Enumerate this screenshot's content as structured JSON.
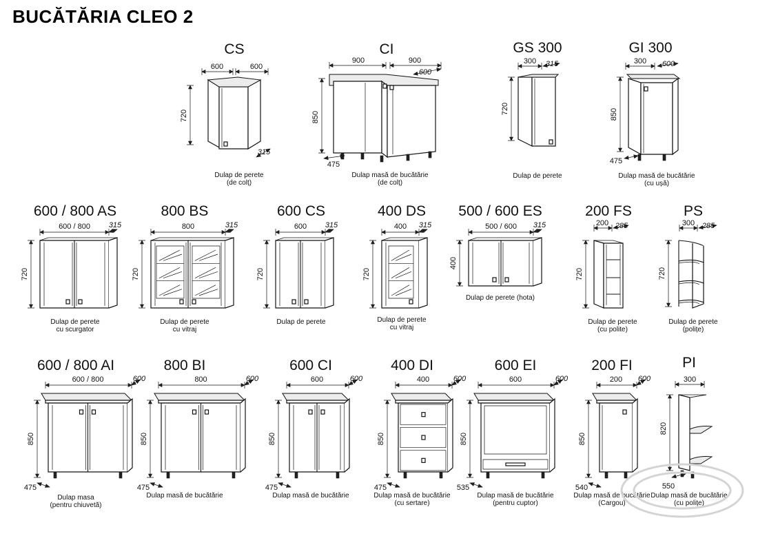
{
  "title": "BUCĂTĂRIA CLEO 2",
  "watermark": "",
  "items": [
    {
      "code": "CS",
      "dims": [
        "600",
        "600",
        "720",
        "315"
      ],
      "caption": [
        "Dulap de perete",
        "(de colț)"
      ]
    },
    {
      "code": "CI",
      "dims": [
        "900",
        "900",
        "600",
        "850",
        "475"
      ],
      "caption": [
        "Dulap masă de bucătărie",
        "(de colț)"
      ]
    },
    {
      "code": "GS 300",
      "dims": [
        "300",
        "315",
        "720"
      ],
      "caption": [
        "Dulap de perete"
      ]
    },
    {
      "code": "GI 300",
      "dims": [
        "300",
        "600",
        "850",
        "475"
      ],
      "caption": [
        "Dulap masă de bucătărie",
        "(cu ușă)"
      ]
    },
    {
      "code": "600 / 800 AS",
      "dims": [
        "600 / 800",
        "315",
        "720"
      ],
      "caption": [
        "Dulap de perete",
        "cu scurgator"
      ]
    },
    {
      "code": "800 BS",
      "dims": [
        "800",
        "315",
        "720"
      ],
      "caption": [
        "Dulap de perete",
        "cu vitraj"
      ]
    },
    {
      "code": "600 CS",
      "dims": [
        "600",
        "315",
        "720"
      ],
      "caption": [
        "Dulap de perete"
      ]
    },
    {
      "code": "400 DS",
      "dims": [
        "400",
        "315",
        "720"
      ],
      "caption": [
        "Dulap de perete",
        "cu vitraj"
      ]
    },
    {
      "code": "500 / 600 ES",
      "dims": [
        "500 / 600",
        "315",
        "400"
      ],
      "caption": [
        "Dulap de perete  (hota)"
      ]
    },
    {
      "code": "200 FS",
      "dims": [
        "200",
        "285",
        "720"
      ],
      "caption": [
        "Dulap de perete",
        "(cu polite)"
      ]
    },
    {
      "code": "PS",
      "dims": [
        "300",
        "285",
        "720"
      ],
      "caption": [
        "Dulap de perete",
        "(polițe)"
      ]
    },
    {
      "code": "600 / 800 AI",
      "dims": [
        "600 / 800",
        "600",
        "850",
        "475"
      ],
      "caption": [
        "Dulap masa",
        "(pentru chiuvetă)"
      ]
    },
    {
      "code": "800 BI",
      "dims": [
        "800",
        "600",
        "850",
        "475"
      ],
      "caption": [
        "Dulap masă de bucătărie"
      ]
    },
    {
      "code": "600 CI",
      "dims": [
        "600",
        "600",
        "850",
        "475"
      ],
      "caption": [
        "Dulap masă de bucătărie"
      ]
    },
    {
      "code": "400 DI",
      "dims": [
        "400",
        "600",
        "850",
        "475"
      ],
      "caption": [
        "Dulap masă de bucătărie",
        "(cu sertare)"
      ]
    },
    {
      "code": "600 EI",
      "dims": [
        "600",
        "600",
        "850",
        "535"
      ],
      "caption": [
        "Dulap masă de bucătărie",
        "(pentru cuptor)"
      ]
    },
    {
      "code": "200 FI",
      "dims": [
        "200",
        "600",
        "850",
        "540"
      ],
      "caption": [
        "Dulap masă de bucătărie",
        "(Cargou)"
      ]
    },
    {
      "code": "PI",
      "dims": [
        "300",
        "820",
        "550"
      ],
      "caption": [
        "Dulap masă de bucătărie",
        "(cu polițe)"
      ]
    }
  ]
}
